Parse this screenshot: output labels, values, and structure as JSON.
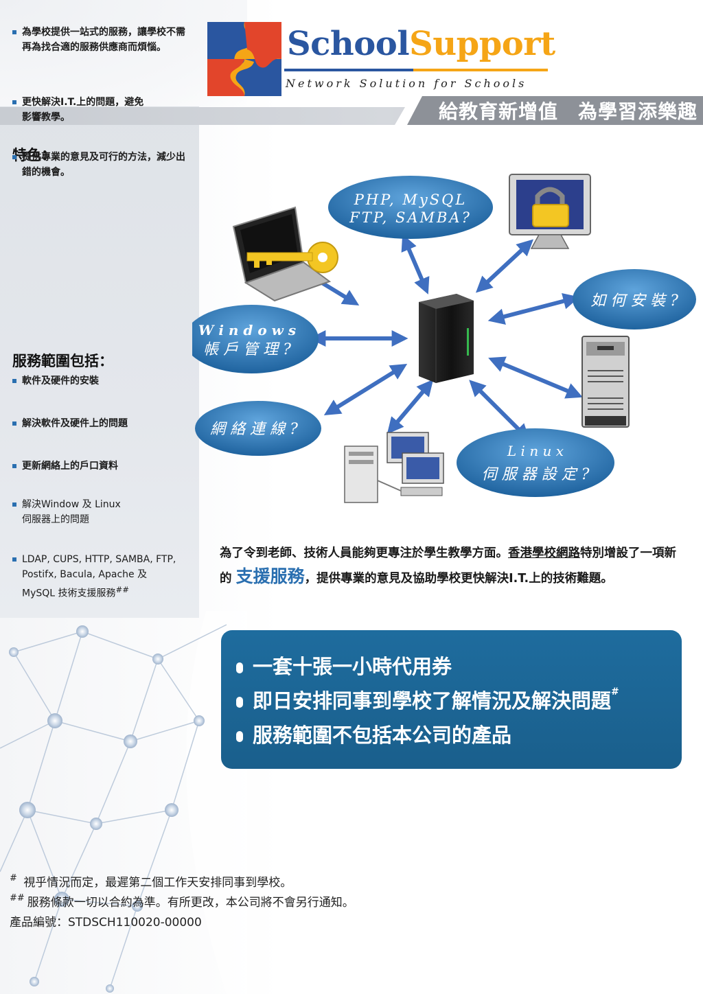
{
  "header": {
    "brand_part1": "School",
    "brand_part2": "Support",
    "tagline": "Network Solution for Schools",
    "slogan": "給教育新增值　為學習添樂趣",
    "colors": {
      "blue": "#2a56a0",
      "orange": "#f5a516",
      "red": "#e2452b",
      "slogan_bg": "#8d9198"
    }
  },
  "features": {
    "title": "特色：",
    "items": [
      "為學校提供一站式的服務，讓學校不需再為找合適的服務供應商而煩惱。",
      "更快解決I.T.上的問題，避免影響教學。",
      "提供專業的意見及可行的方法，減少出錯的機會。"
    ]
  },
  "scope": {
    "title": "服務範圍包括：",
    "items": [
      "軟件及硬件的安裝",
      "解決軟件及硬件上的問題",
      "更新網絡上的戶口資料",
      "解決Window 及 Linux\n伺服器上的問題",
      "LDAP, CUPS, HTTP, SAMBA, FTP, Postifx, Bacula, Apache 及 MySQL 技術支援服務"
    ],
    "last_item_mark": "##"
  },
  "diagram": {
    "bubbles": {
      "php": [
        "PHP, MySQL",
        "FTP, SAMBA?"
      ],
      "install": [
        "如 何 安 裝 ?"
      ],
      "windows": [
        "W i n d o w s",
        "帳 戶 管 理 ?"
      ],
      "network": [
        "網 絡 連 線 ?"
      ],
      "linux": [
        "L i n u x",
        "伺 服 器 設 定 ?"
      ]
    },
    "icons": [
      "laptop-key-icon",
      "monitor-lock-icon",
      "server-tower-icon",
      "pc-tower-icon",
      "workstations-icon"
    ]
  },
  "intro": {
    "part1": "為了令到老師、技術人員能夠更專注於學生教學方面。",
    "company": "香港學校網路",
    "part2": "特別增設了一項新的 ",
    "service": "支援服務",
    "part3": "，提供專業的意見及協助學校更快解決I.T.上的技術難題。"
  },
  "offers": {
    "items": [
      "一套十張一小時代用券",
      "即日安排同事到學校了解情況及解決問題",
      "服務範圍不包括本公司的產品"
    ],
    "second_mark": "#",
    "bg_color": "#1e6c9e"
  },
  "footnotes": {
    "note1_mark": "#",
    "note1": "視乎情況而定，最遲第二個工作天安排同事到學校。",
    "note2_mark": "##",
    "note2": "服務條款一切以合約為準。有所更改，本公司將不會另行通知。",
    "product_code": "產品編號：STDSCH110020-00000"
  }
}
